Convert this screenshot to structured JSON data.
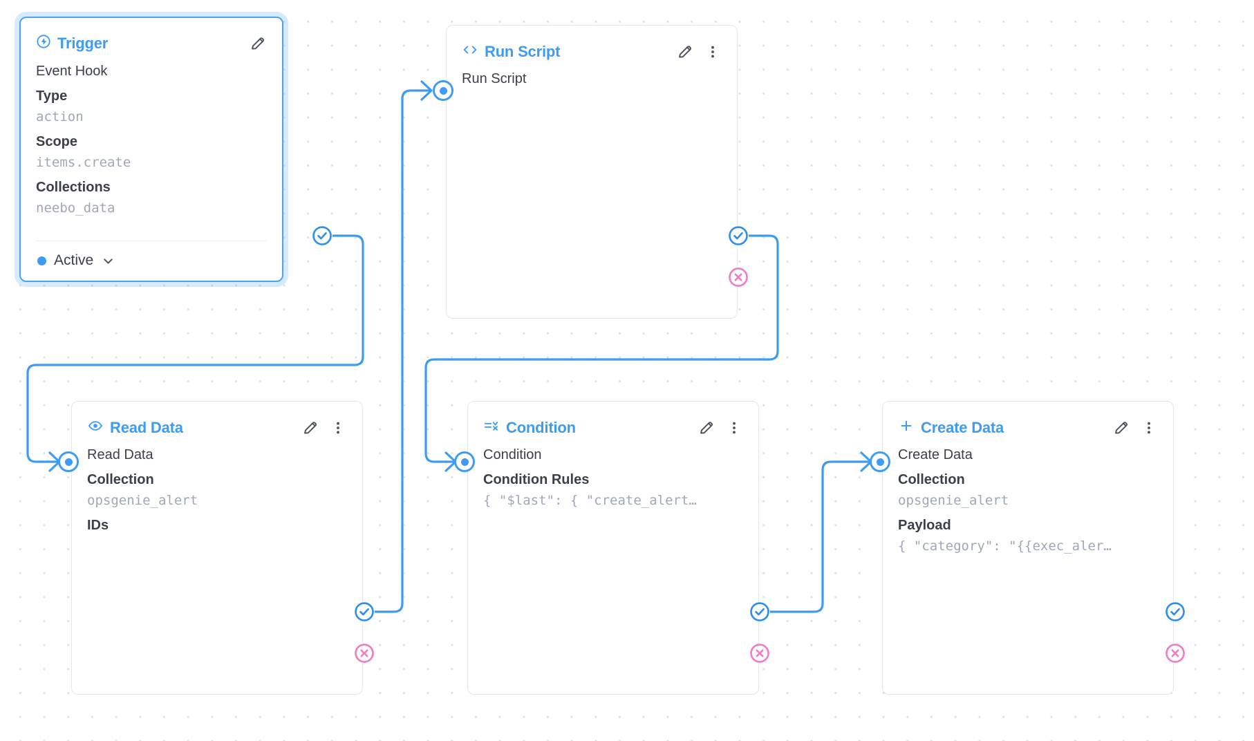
{
  "canvas": {
    "background": "#ffffff",
    "grid_dot_color": "#e0e1e6",
    "accent_color": "#3e9bf4",
    "reject_color": "#f27cc4",
    "edge_color": "#3e9bf4"
  },
  "nodes": {
    "trigger": {
      "type_label": "Trigger",
      "type_icon": "lightning-circle-icon",
      "edit_icon": "pencil-icon",
      "row_name": "Event Hook",
      "fields": [
        {
          "label": "Type",
          "value": "action"
        },
        {
          "label": "Scope",
          "value": "items.create"
        },
        {
          "label": "Collections",
          "value": "neebo_data"
        }
      ],
      "status": {
        "label": "Active",
        "dot_color": "#3e9bf4",
        "chevron_icon": "chevron-down-icon"
      }
    },
    "run_script": {
      "type_label": "Run Script",
      "type_icon": "code-brackets-icon",
      "edit_icon": "pencil-icon",
      "more_icon": "more-vertical-icon",
      "row_name": "Run Script",
      "fields": []
    },
    "read_data": {
      "type_label": "Read Data",
      "type_icon": "eye-icon",
      "edit_icon": "pencil-icon",
      "more_icon": "more-vertical-icon",
      "row_name": "Read Data",
      "fields": [
        {
          "label": "Collection",
          "value": "opsgenie_alert"
        },
        {
          "label": "IDs",
          "value": ""
        }
      ]
    },
    "condition": {
      "type_label": "Condition",
      "type_icon": "filter-condition-icon",
      "edit_icon": "pencil-icon",
      "more_icon": "more-vertical-icon",
      "row_name": "Condition",
      "fields": [
        {
          "label": "Condition Rules",
          "value": "{ \"$last\": { \"create_alert…"
        }
      ]
    },
    "create_data": {
      "type_label": "Create Data",
      "type_icon": "plus-icon",
      "edit_icon": "pencil-icon",
      "more_icon": "more-vertical-icon",
      "row_name": "Create Data",
      "fields": [
        {
          "label": "Collection",
          "value": "opsgenie_alert"
        },
        {
          "label": "Payload",
          "value": "{ \"category\": \"{{exec_aler…"
        }
      ]
    }
  },
  "handles": {
    "resolve_icon": "check-circle-icon",
    "reject_icon": "x-circle-icon",
    "input_icon": "input-port-icon"
  }
}
